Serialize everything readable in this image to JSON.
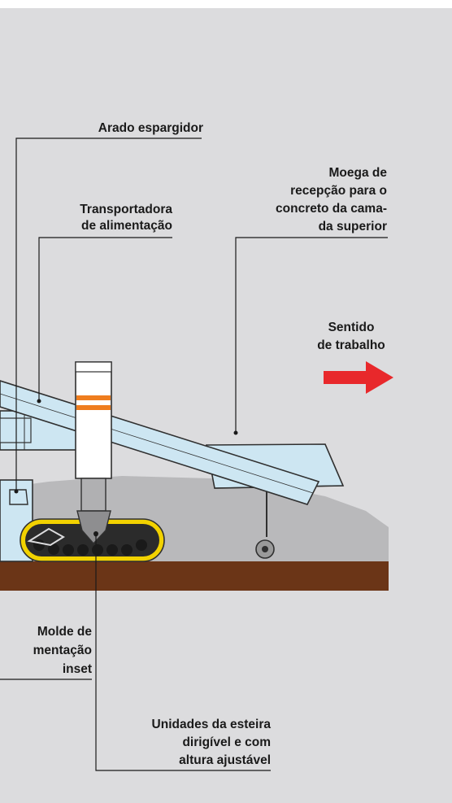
{
  "labels": {
    "spreader_plow": "Arado espargidor",
    "feed_conveyor_1": "Transportadora",
    "feed_conveyor_2": "de alimentação",
    "hopper_1": "Moega de",
    "hopper_2": "recepção para o",
    "hopper_3": "concreto da cama-",
    "hopper_4": "da superior",
    "direction_1": "Sentido",
    "direction_2": "de trabalho",
    "mold_1": "Molde de",
    "mold_2": "mentação",
    "mold_3": "inset",
    "tracks_1": "Unidades da esteira",
    "tracks_2": "dirigível e com",
    "tracks_3": "altura ajustável"
  },
  "colors": {
    "background": "#dcdcde",
    "machine_blue": "#cde6f2",
    "ground": "#6b3517",
    "concrete": "#b9b9bb",
    "track_yellow": "#f2d200",
    "arrow_red": "#e8282b",
    "stripe_orange": "#ef7d1e"
  }
}
